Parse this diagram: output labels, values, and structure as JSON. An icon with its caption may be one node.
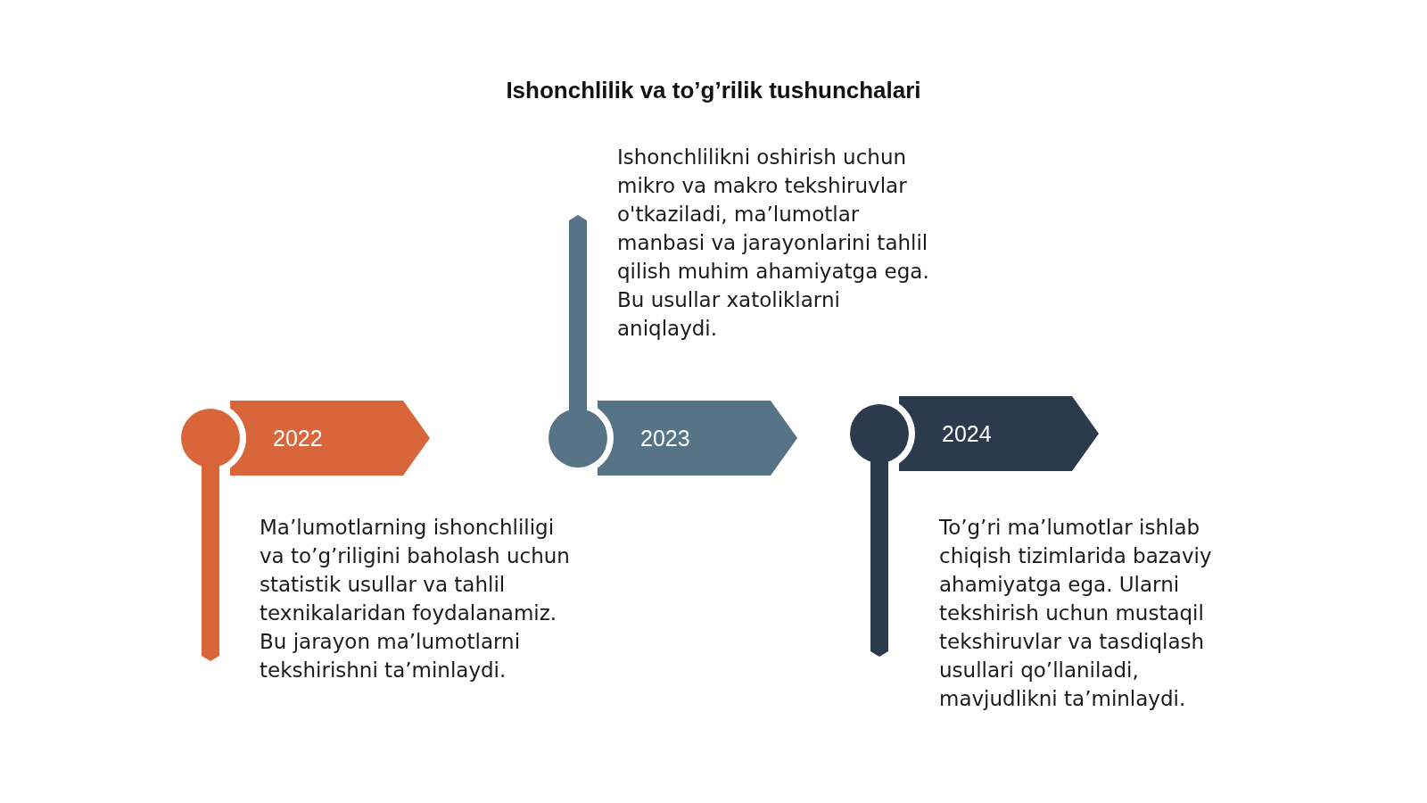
{
  "diagram": {
    "title": "Ishonchlilik va to’g’rilik tushunchalari",
    "nodes": [
      {
        "text": [
          "2022",
          "Ma’lumotlarning ishonchliligi va to’g’riligini baholash uchun statistik usullar va tahlil texnikalaridan foydalanamiz. Bu jarayon ma’lumotlarni tekshirishni ta’minlaydi."
        ]
      },
      {
        "text": [
          "Ishonchlilikni oshirish uchun mikro va makro tekshiruvlar o'tkaziladi, ma’lumotlar manbasi va jarayonlarini tahlil qilish muhim ahamiyatga ega. Bu usullar xatoliklarni aniqlaydi.",
          "2023"
        ]
      },
      {
        "text": [
          "2024",
          "To’g’ri ma’lumotlar ishlab chiqish tizimlarida bazaviy ahamiyatga ega. Ularni tekshirish uchun mustaqil tekshiruvlar va tasdiqlash usullari qo’llaniladi, mavjudlikni ta’minlaydi."
        ]
      }
    ]
  }
}
